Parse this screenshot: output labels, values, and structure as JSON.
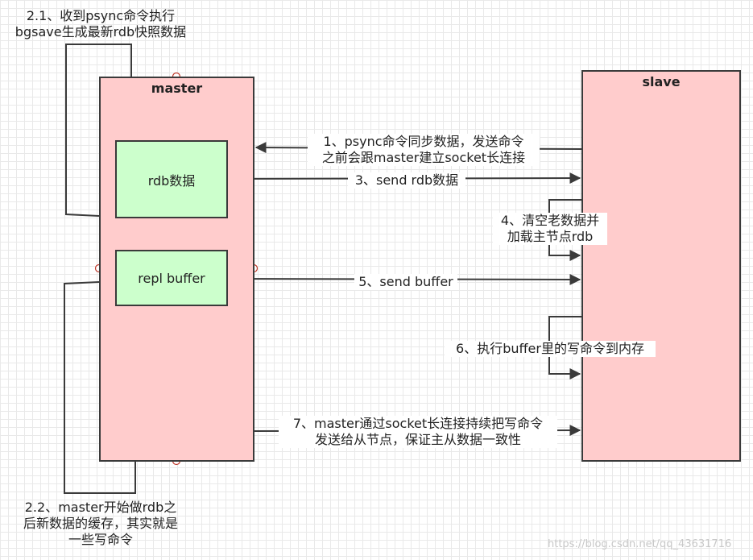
{
  "nodes": {
    "master": "master",
    "slave": "slave",
    "rdb": "rdb数据",
    "repl_buffer": "repl buffer"
  },
  "edges": {
    "e1_line1": "1、psync命令同步数据，发送命令",
    "e1_line2": "之前会跟master建立socket长连接",
    "e21_line1": "2.1、收到psync命令执行",
    "e21_line2": "bgsave生成最新rdb快照数据",
    "e22_line1": "2.2、master开始做rdb之",
    "e22_line2": "后新数据的缓存，其实就是",
    "e22_line3": "一些写命令",
    "e3": "3、send rdb数据",
    "e4_line1": "4、清空老数据并",
    "e4_line2": "加载主节点rdb",
    "e5": "5、send buffer",
    "e6": "6、执行buffer里的写命令到内存",
    "e7_line1": "7、master通过socket长连接持续把写命令",
    "e7_line2": "发送给从节点，保证主从数据一致性"
  },
  "watermark": "https://blog.csdn.net/qq_43631716",
  "colors": {
    "server_fill": "#ffcccc",
    "data_fill": "#ccffcc",
    "stroke": "#3a3a3a"
  }
}
